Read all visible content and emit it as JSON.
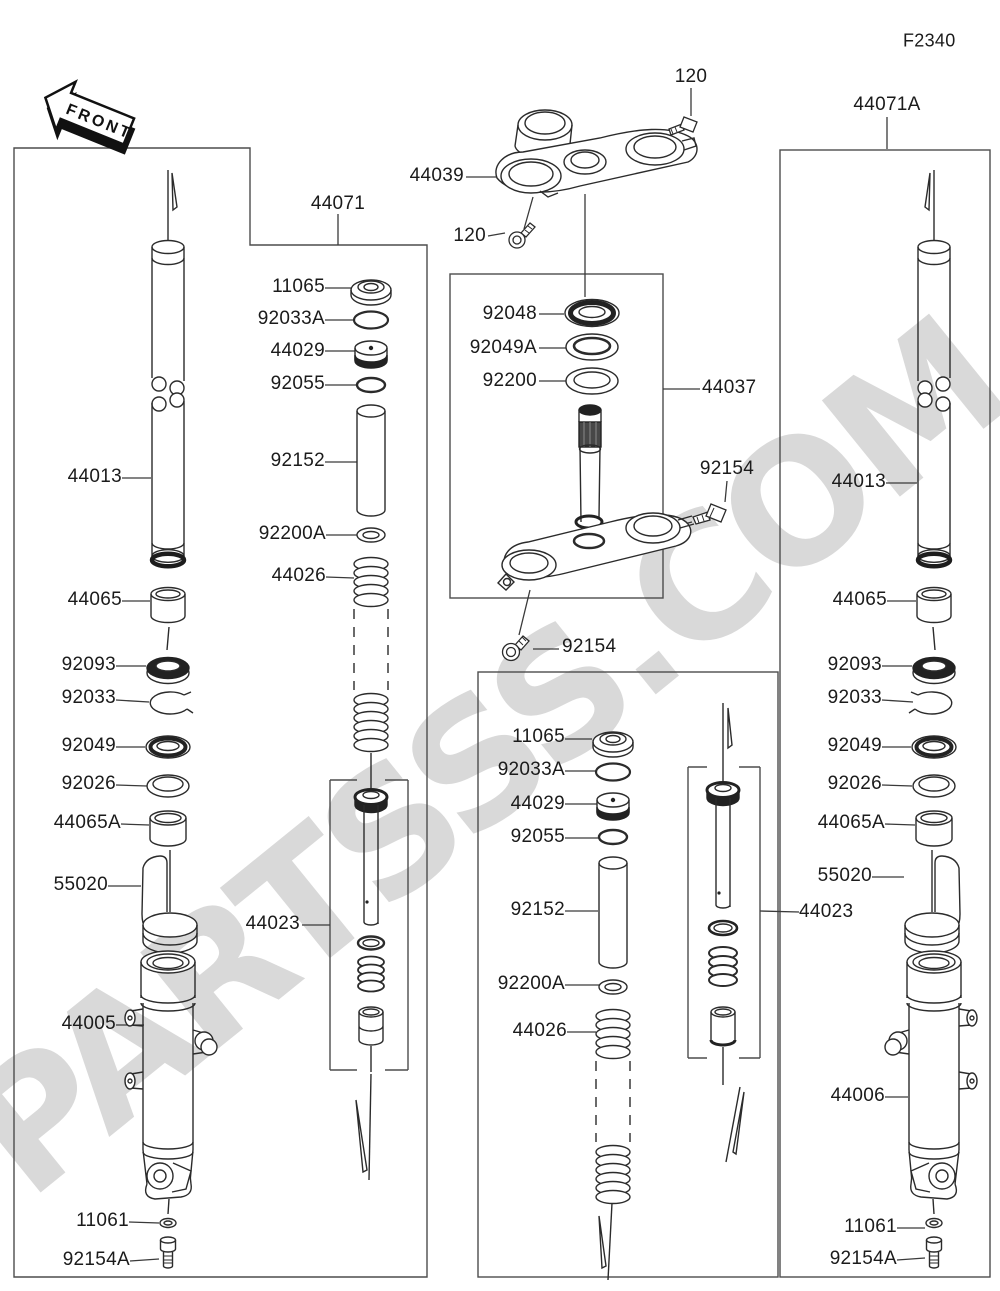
{
  "page": {
    "code": "F2340",
    "front_arrow": "FRONT",
    "watermark": "PARTSSS.COM"
  },
  "left_fork": {
    "inner_tube": "44013",
    "guide_bushing": "44065",
    "seal_spacer": "92093",
    "retaining_ring": "92033",
    "oil_seal": "92049",
    "washer": "92026",
    "bushing": "44065A",
    "protector": "55020",
    "outer_tube": "44005",
    "gasket": "11061",
    "drain_bolt": "92154A"
  },
  "left_internals": {
    "assembly": "44071",
    "top_cap": "11065",
    "cap_oring": "92033A",
    "adjuster": "44029",
    "small_oring": "92055",
    "spacer": "92152",
    "washer": "92200A",
    "spring": "44026",
    "damper_rod": "44023"
  },
  "steering": {
    "upper_clamp": "44039",
    "upper_bolt": "120",
    "lower_bolt": "120",
    "bearing": "92048",
    "seal": "92049A",
    "washer": "92200",
    "stem_assembly": "44037",
    "clamp_bolt_upper": "92154",
    "clamp_bolt_lower": "92154"
  },
  "right_internals": {
    "top_cap": "11065",
    "cap_oring": "92033A",
    "adjuster": "44029",
    "small_oring": "92055",
    "spacer": "92152",
    "washer": "92200A",
    "spring": "44026",
    "damper_rod": "44023"
  },
  "right_fork": {
    "assembly": "44071A",
    "inner_tube": "44013",
    "guide_bushing": "44065",
    "seal_spacer": "92093",
    "retaining_ring": "92033",
    "oil_seal": "92049",
    "washer": "92026",
    "bushing": "44065A",
    "protector": "55020",
    "outer_tube": "44006",
    "gasket": "11061",
    "drain_bolt": "92154A"
  }
}
